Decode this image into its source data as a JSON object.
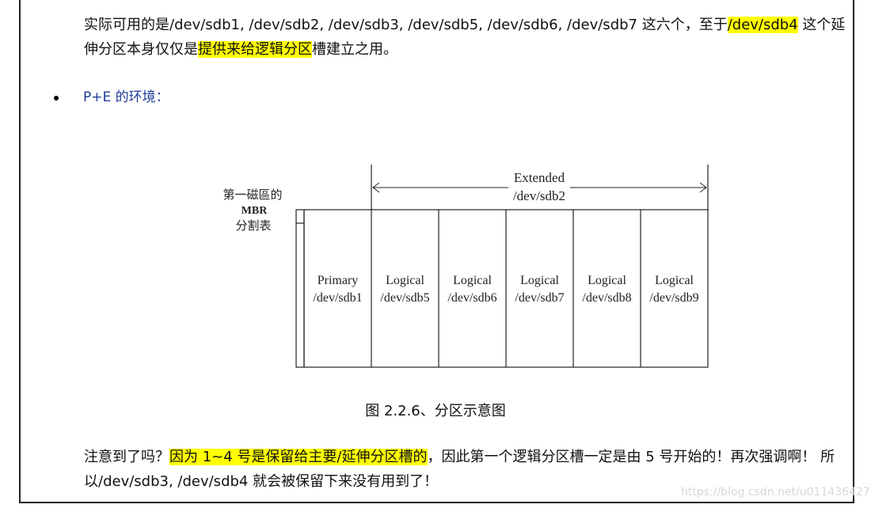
{
  "paragraph1": {
    "text_a": "实际可用的是/dev/sdb1, /dev/sdb2, /dev/sdb3, /dev/sdb5, /dev/sdb6, /dev/sdb7 这六个，至于",
    "highlight_a": "/dev/sdb4",
    "text_b": " 这个延伸分区本身仅仅是",
    "highlight_b": "提供来给逻辑分区",
    "text_c": "槽建立之用。"
  },
  "bullet": {
    "text": "P+E 的环境："
  },
  "diagram": {
    "mbr_label": [
      "第一磁區的",
      "MBR",
      "分割表"
    ],
    "extended_label": [
      "Extended",
      "/dev/sdb2"
    ],
    "partitions": [
      {
        "type": "Primary",
        "device": "/dev/sdb1"
      },
      {
        "type": "Logical",
        "device": "/dev/sdb5"
      },
      {
        "type": "Logical",
        "device": "/dev/sdb6"
      },
      {
        "type": "Logical",
        "device": "/dev/sdb7"
      },
      {
        "type": "Logical",
        "device": "/dev/sdb8"
      },
      {
        "type": "Logical",
        "device": "/dev/sdb9"
      }
    ]
  },
  "caption": "图 2.2.6、分区示意图",
  "paragraph2": {
    "text_a": "注意到了吗？",
    "highlight": "因为 1~4 号是保留给主要/延伸分区槽的",
    "text_b": "，因此第一个逻辑分区槽一定是由 5 号开始的！再次强调啊！  所以/dev/sdb3, /dev/sdb4 就会被保留下来没有用到了！"
  },
  "watermark": "https://blog.csdn.net/u011436427",
  "colors": {
    "highlight": "#ffff00",
    "bullet_text": "#1f3c9a"
  }
}
